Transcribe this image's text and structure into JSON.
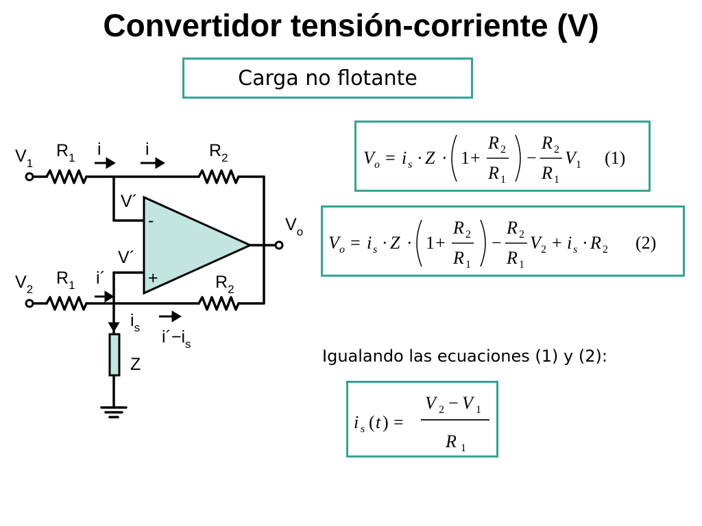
{
  "title": "Convertidor tensión-corriente (V)",
  "subtitle": "Carga no flotante",
  "circuit": {
    "v1": "V",
    "v1_sub": "1",
    "v2": "V",
    "v2_sub": "2",
    "r1_top": "R",
    "r1_top_sub": "1",
    "r2_top": "R",
    "r2_top_sub": "2",
    "r1_bot": "R",
    "r1_bot_sub": "1",
    "r2_bot": "R",
    "r2_bot_sub": "2",
    "i_left": "i",
    "i_right": "i",
    "v_prime_top": "V´",
    "v_prime_bot": "V´",
    "minus": "-",
    "plus": "+",
    "vo": "V",
    "vo_sub": "o",
    "i_prime": "i´",
    "is": "i",
    "is_sub": "s",
    "i_prime_minus_is": "i´−i",
    "i_prime_minus_is_sub": "s",
    "z": "Z"
  },
  "equations": {
    "eq1_number": "(1)",
    "eq2_number": "(2)"
  },
  "igualando": "Igualando las ecuaciones (1) y (2):",
  "colors": {
    "accent": "#33a394",
    "opamp_fill": "#c2e5e0",
    "load_fill": "#c2e5e0"
  }
}
